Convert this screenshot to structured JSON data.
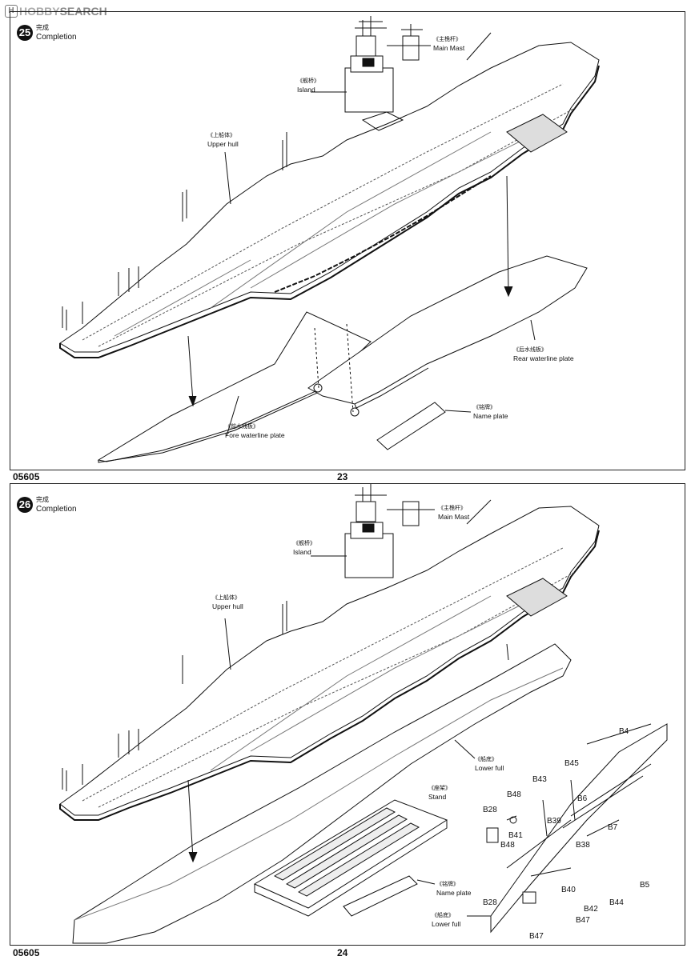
{
  "watermark": {
    "logo_left": "HOBBY",
    "logo_right": "SEARCH"
  },
  "pages": [
    {
      "step_number": "25",
      "step_zh": "完成",
      "step_en": "Completion",
      "labels": {
        "main_mast": {
          "zh": "《主桅杆》",
          "en": "Main Mast"
        },
        "island": {
          "zh": "《舰桥》",
          "en": "Island"
        },
        "upper_hull": {
          "zh": "《上船体》",
          "en": "Upper hull"
        },
        "rear_waterline": {
          "zh": "《后水线板》",
          "en": "Rear waterline plate"
        },
        "name_plate": {
          "zh": "《铭牌》",
          "en": "Name plate"
        },
        "fore_waterline": {
          "zh": "《前水线板》",
          "en": "Fore waterline plate"
        }
      },
      "footer_code": "05605",
      "page_number": "23"
    },
    {
      "step_number": "26",
      "step_zh": "完成",
      "step_en": "Completion",
      "labels": {
        "main_mast": {
          "zh": "《主桅杆》",
          "en": "Main Mast"
        },
        "island": {
          "zh": "《舰桥》",
          "en": "Island"
        },
        "upper_hull": {
          "zh": "《上船体》",
          "en": "Upper hull"
        },
        "lower_full": {
          "zh": "《船底》",
          "en": "Lower full"
        },
        "stand": {
          "zh": "《座架》",
          "en": "Stand"
        },
        "name_plate": {
          "zh": "《铭牌》",
          "en": "Name plate"
        },
        "lower_full_2": {
          "zh": "《船底》",
          "en": "Lower full"
        }
      },
      "parts": [
        "B4",
        "B45",
        "B43",
        "B48",
        "B6",
        "B28",
        "B39",
        "B7",
        "B41",
        "B48",
        "B38",
        "B40",
        "B5",
        "B28",
        "B42",
        "B44",
        "B47",
        "B47"
      ],
      "footer_code": "05605",
      "page_number": "24"
    }
  ]
}
